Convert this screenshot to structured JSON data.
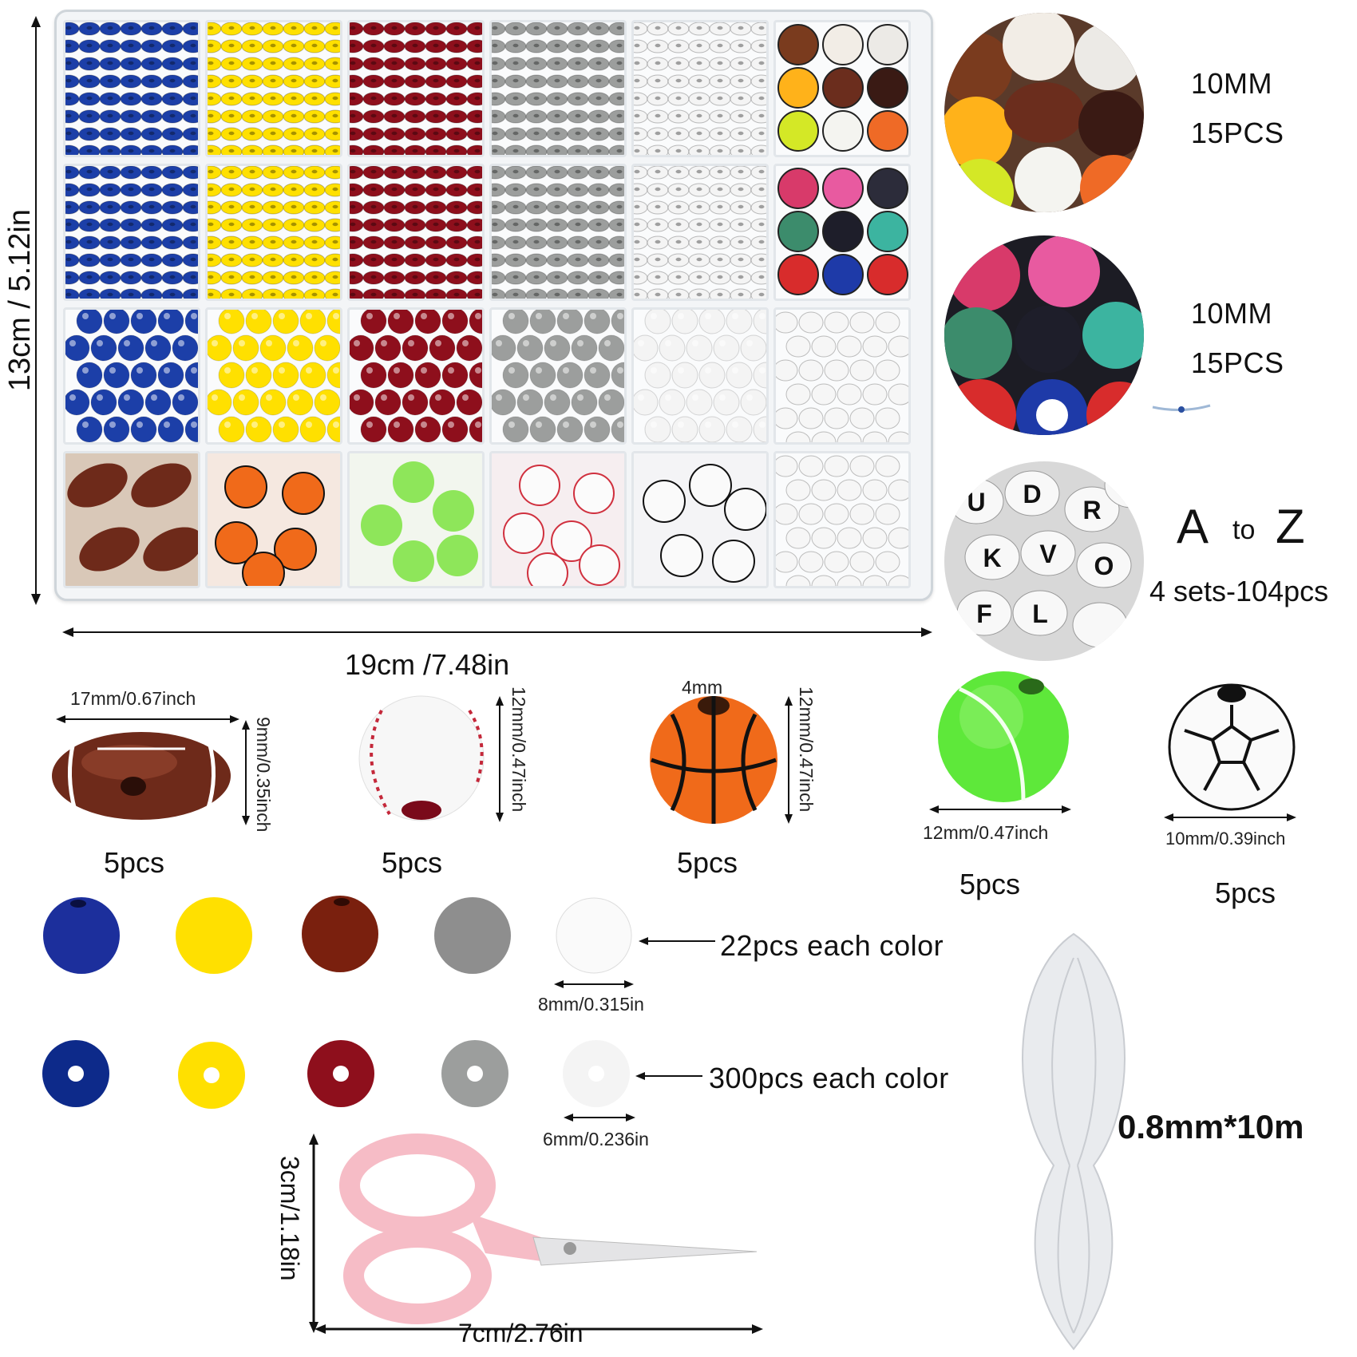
{
  "box": {
    "height_label": "13cm / 5.12in",
    "width_label": "19cm /7.48in",
    "rows": [
      [
        "blue",
        "yellow",
        "red",
        "gray",
        "white",
        "sports"
      ],
      [
        "blue",
        "yellow",
        "red",
        "gray",
        "white",
        "space"
      ],
      [
        "blue",
        "yellow",
        "red",
        "gray",
        "white",
        "letters"
      ],
      [
        "football",
        "basketball",
        "tennis",
        "baseball",
        "soccer",
        "letters"
      ]
    ]
  },
  "colors": {
    "blue": "#1c3fa8",
    "yellow": "#ffe000",
    "red": "#8e0f1c",
    "gray": "#9c9e9d",
    "white": "#f4f4f4",
    "football": "#6e2a1a",
    "basketball": "#f06a1a",
    "tennis": "#8ee65a",
    "brown_bead": "#7a200e",
    "cord": "#e4e6e8",
    "scissors": "#f6c1c9"
  },
  "sports_beads": {
    "size": "10MM",
    "count": "15PCS"
  },
  "space_beads": {
    "size": "10MM",
    "count": "15PCS"
  },
  "letters": {
    "title_a": "A",
    "title_to": "to",
    "title_z": "Z",
    "sets": "4 sets-104pcs",
    "sample": [
      "U",
      "D",
      "R",
      "K",
      "V",
      "O",
      "F",
      "L"
    ]
  },
  "football": {
    "length": "17mm/0.67inch",
    "height": "9mm/0.35inch",
    "count": "5pcs"
  },
  "baseball": {
    "size": "12mm/0.47inch",
    "count": "5pcs"
  },
  "basketball": {
    "hole": "4mm",
    "size": "12mm/0.47inch",
    "count": "5pcs"
  },
  "tennis": {
    "size": "12mm/0.47inch",
    "count": "5pcs"
  },
  "soccer": {
    "size": "10mm/0.39inch",
    "count": "5pcs"
  },
  "round_beads": {
    "label": "22pcs each color",
    "size": "8mm/0.315in"
  },
  "flat_beads": {
    "label": "300pcs each color",
    "size": "6mm/0.236in"
  },
  "scissors": {
    "height": "3cm/1.18in",
    "width": "7cm/2.76in"
  },
  "cord": {
    "label": "0.8mm*10m"
  }
}
